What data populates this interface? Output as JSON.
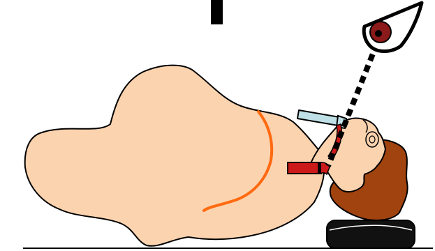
{
  "diagram": {
    "colors": {
      "background": "#ffffff",
      "outline": "#000000",
      "skin": "#FCD3AF",
      "hair": "#A0430F",
      "cervical_line": "#FF6A10",
      "laryngoscope_handle": "#BFE0E6",
      "laryngoscope_blade": "#CC1A1A",
      "eye_iris": "#8B1A1A",
      "head_pad": "#111111"
    },
    "components": [
      "patient-body",
      "patient-head",
      "hair",
      "ear",
      "laryngoscope",
      "endotracheal-tube",
      "head-support-pad",
      "observer-eye",
      "line-of-sight",
      "table-surface"
    ]
  }
}
